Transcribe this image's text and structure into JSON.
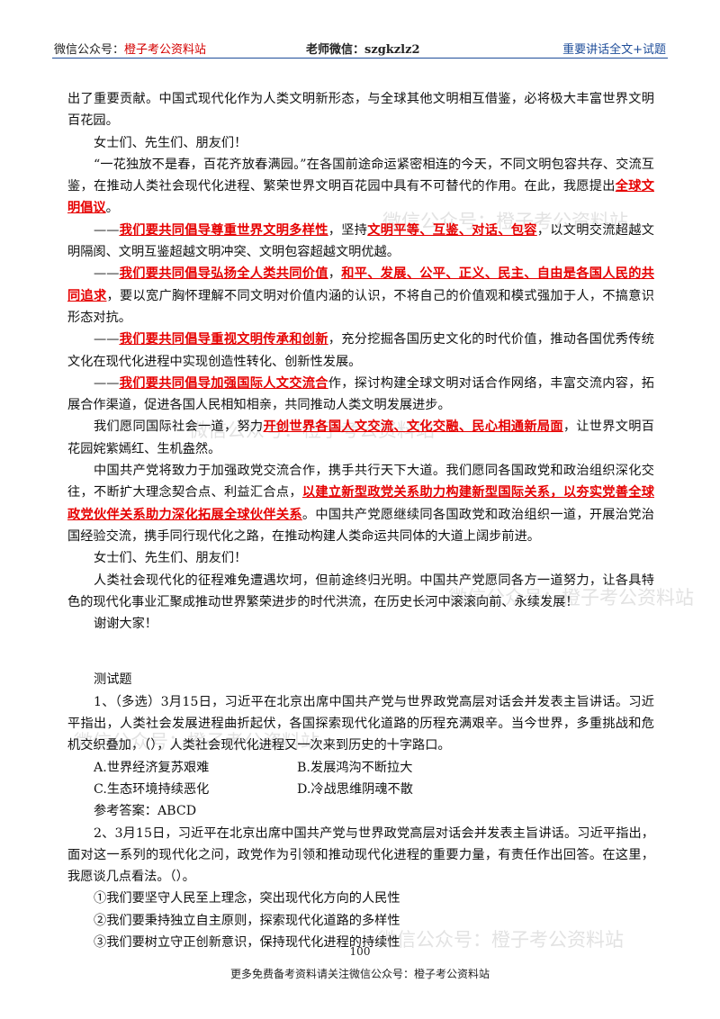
{
  "header": {
    "left_label": "微信公众号：",
    "left_name": "橙子考公资料站",
    "center": "老师微信：szgkzlz2",
    "right": "重要讲话全文+试题"
  },
  "watermarks": [
    "微信公众号：橙子考公资料站",
    "微信公众号：橙子考公资料站",
    "微信公众号：橙子考公资料站",
    "微信公众号：橙子考公资料站",
    "微信公众号：橙子考公资料站"
  ],
  "body": {
    "p1": "出了重要贡献。中国式现代化作为人类文明新形态，与全球其他文明相互借鉴，必将极大丰富世界文明百花园。",
    "p2": "女士们、先生们、朋友们！",
    "p3_a": "“一花独放不是春，百花齐放春满园。”在各国前途命运紧密相连的今天，不同文明包容共存、交流互鉴，在推动人类社会现代化进程、繁荣世界文明百花园中具有不可替代的作用。在此，我愿提出",
    "p3_red": "全球文明倡议",
    "p3_b": "。",
    "p4_dash": "——",
    "p4_red1": "我们要共同倡导尊重世界文明多样性",
    "p4_a": "，坚持",
    "p4_red2": "文明平等、互鉴、对话、包容",
    "p4_b": "，以文明交流超越文明隔阂、文明互鉴超越文明冲突、文明包容超越文明优越。",
    "p5_dash": "——",
    "p5_red1": "我们要共同倡导弘扬全人类共同价值",
    "p5_a": "，",
    "p5_red2": "和平、发展、公平、正义、民主、自由是各国人民的共同追求",
    "p5_b": "，要以宽广胸怀理解不同文明对价值内涵的认识，不将自己的价值观和模式强加于人，不搞意识形态对抗。",
    "p6_dash": "——",
    "p6_red": "我们要共同倡导重视文明传承和创新",
    "p6_a": "，充分挖掘各国历史文化的时代价值，推动各国优秀传统文化在现代化进程中实现创造性转化、创新性发展。",
    "p7_dash": "——",
    "p7_red": "我们要共同倡导加强国际人文交流合",
    "p7_a": "作，探讨构建全球文明对话合作网络，丰富交流内容，拓展合作渠道，促进各国人民相知相亲，共同推动人类文明发展进步。",
    "p8_a": "我们愿同国际社会一道，努力",
    "p8_red": "开创世界各国人文交流、文化交融、民心相通新局面",
    "p8_b": "，让世界文明百花园姹紫嫣红、生机盎然。",
    "p9_a": "中国共产党将致力于加强政党交流合作，携手共行天下大道。我们愿同各国政党和政治组织深化交往，不断扩大理念契合点、利益汇合点，",
    "p9_red": "以建立新型政党关系助力构建新型国际关系，以夯实党善全球政党伙伴关系助力深化拓展全球伙伴关系",
    "p9_b": "。中国共产党愿继续同各国政党和政治组织一道，开展治党治国经验交流，携手同行现代化之路，在推动构建人类命运共同体的大道上阔步前进。",
    "p10": "女士们、先生们、朋友们！",
    "p11": "人类社会现代化的征程难免遭遇坎坷，但前途终归光明。中国共产党愿同各方一道努力，让各具特色的现代化事业汇聚成推动世界繁荣进步的时代洪流，在历史长河中滚滚向前、永续发展！",
    "p12": "谢谢大家！"
  },
  "quiz": {
    "title": "测试题",
    "q1": "1、（多选）3月15日，习近平在北京出席中国共产党与世界政党高层对话会并发表主旨讲话。习近平指出，人类社会发展进程曲折起伏，各国探索现代化道路的历程充满艰辛。当今世界，多重挑战和危机交织叠加，（），人类社会现代化进程又一次来到历史的十字路口。",
    "q1_options": [
      "A.世界经济复苏艰难",
      "B.发展鸿沟不断拉大",
      "C.生态环境持续恶化",
      "D.冷战思维阴魂不散"
    ],
    "q1_answer": "参考答案：ABCD",
    "q2": "2、3月15日，习近平在北京出席中国共产党与世界政党高层对话会并发表主旨讲话。习近平指出，面对这一系列的现代化之问，政党作为引领和推动现代化进程的重要力量，有责任作出回答。在这里，我愿谈几点看法。（）。",
    "q2_items": [
      "①我们要坚守人民至上理念，突出现代化方向的人民性",
      "②我们要秉持独立自主原则，探索现代化道路的多样性",
      "③我们要树立守正创新意识，保持现代化进程的持续性"
    ]
  },
  "page_number": "100",
  "footer": "更多免费备考资料请关注微信公众号：橙子考公资料站"
}
